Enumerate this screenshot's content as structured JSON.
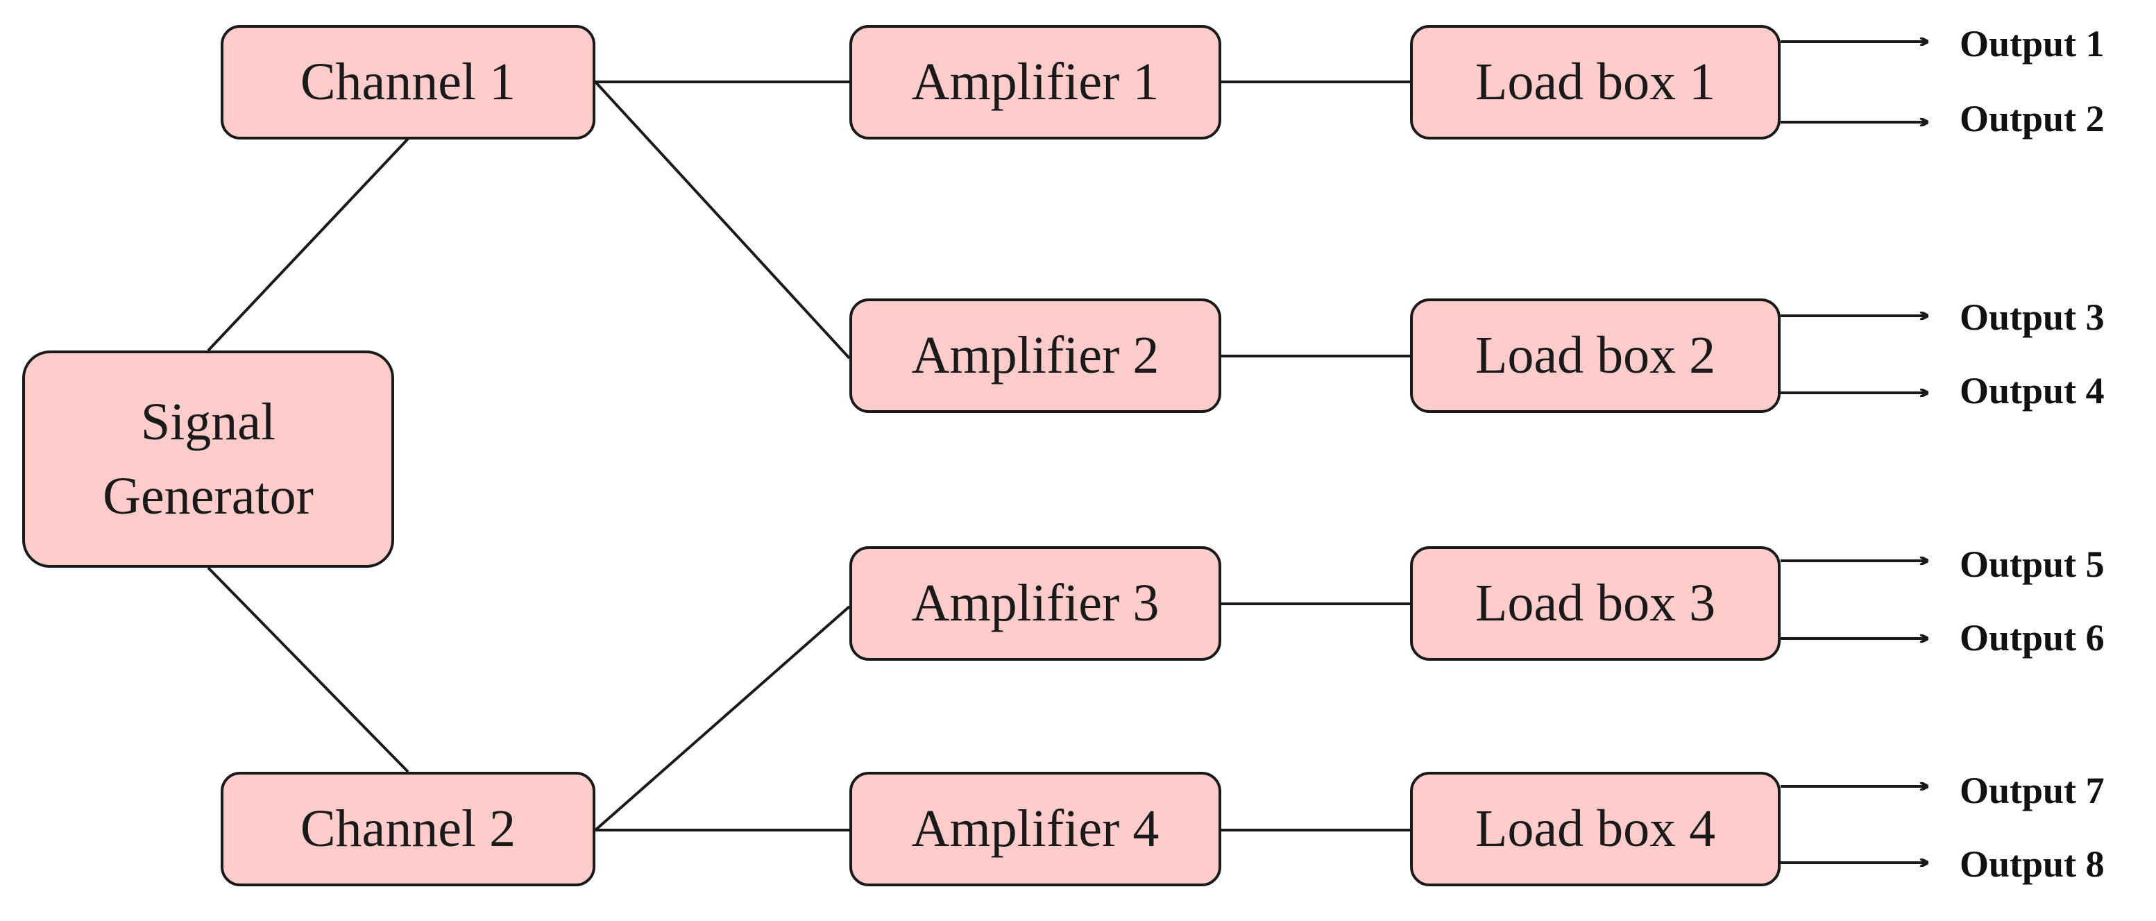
{
  "colors": {
    "box_fill": "#ffcccc",
    "stroke": "#1a1a1a"
  },
  "nodes": {
    "signal_generator": "Signal\nGenerator",
    "channel_1": "Channel 1",
    "channel_2": "Channel 2",
    "amplifier_1": "Amplifier 1",
    "amplifier_2": "Amplifier 2",
    "amplifier_3": "Amplifier 3",
    "amplifier_4": "Amplifier 4",
    "load_box_1": "Load box 1",
    "load_box_2": "Load box 2",
    "load_box_3": "Load box 3",
    "load_box_4": "Load box 4"
  },
  "outputs": [
    "Output 1",
    "Output 2",
    "Output 3",
    "Output 4",
    "Output 5",
    "Output 6",
    "Output 7",
    "Output 8"
  ],
  "edges": [
    [
      "signal_generator",
      "channel_1"
    ],
    [
      "signal_generator",
      "channel_2"
    ],
    [
      "channel_1",
      "amplifier_1"
    ],
    [
      "channel_1",
      "amplifier_2"
    ],
    [
      "channel_2",
      "amplifier_3"
    ],
    [
      "channel_2",
      "amplifier_4"
    ],
    [
      "amplifier_1",
      "load_box_1"
    ],
    [
      "amplifier_2",
      "load_box_2"
    ],
    [
      "amplifier_3",
      "load_box_3"
    ],
    [
      "amplifier_4",
      "load_box_4"
    ],
    [
      "load_box_1",
      "Output 1"
    ],
    [
      "load_box_1",
      "Output 2"
    ],
    [
      "load_box_2",
      "Output 3"
    ],
    [
      "load_box_2",
      "Output 4"
    ],
    [
      "load_box_3",
      "Output 5"
    ],
    [
      "load_box_3",
      "Output 6"
    ],
    [
      "load_box_4",
      "Output 7"
    ],
    [
      "load_box_4",
      "Output 8"
    ]
  ]
}
